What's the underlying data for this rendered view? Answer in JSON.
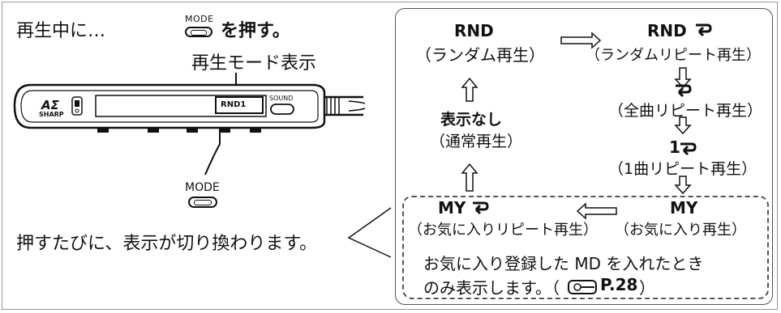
{
  "left": {
    "instruction_prefix": "再生中に…",
    "mode_small_label": "MODE",
    "instruction_suffix": "を押す。",
    "display_label": "再生モード表示",
    "device_screen_text": "RND1",
    "device_brand": "SHARP",
    "device_sound_label": "SOUND",
    "mode_button_label": "MODE",
    "bottom_text": "押すたびに、表示が切り換わります。"
  },
  "flow": {
    "rnd": "RND",
    "rnd_sub": "（ランダム再生）",
    "rnd_repeat": "RND",
    "rnd_repeat_sub": "（ランダムリピート再生）",
    "all_repeat_sub": "（全曲リピート再生）",
    "one_repeat": "1",
    "one_repeat_sub": "（1曲リピート再生）",
    "my": "MY",
    "my_sub": "（お気に入り再生）",
    "my_repeat": "MY",
    "my_repeat_sub": "（お気に入りリピート再生）",
    "normal": "表示なし",
    "normal_sub": "（通常再生）",
    "note_line1": "お気に入り登録した MD を入れたとき",
    "note_line2": "のみ表示します。（",
    "note_ref": "P.28",
    "note_close": "）"
  }
}
